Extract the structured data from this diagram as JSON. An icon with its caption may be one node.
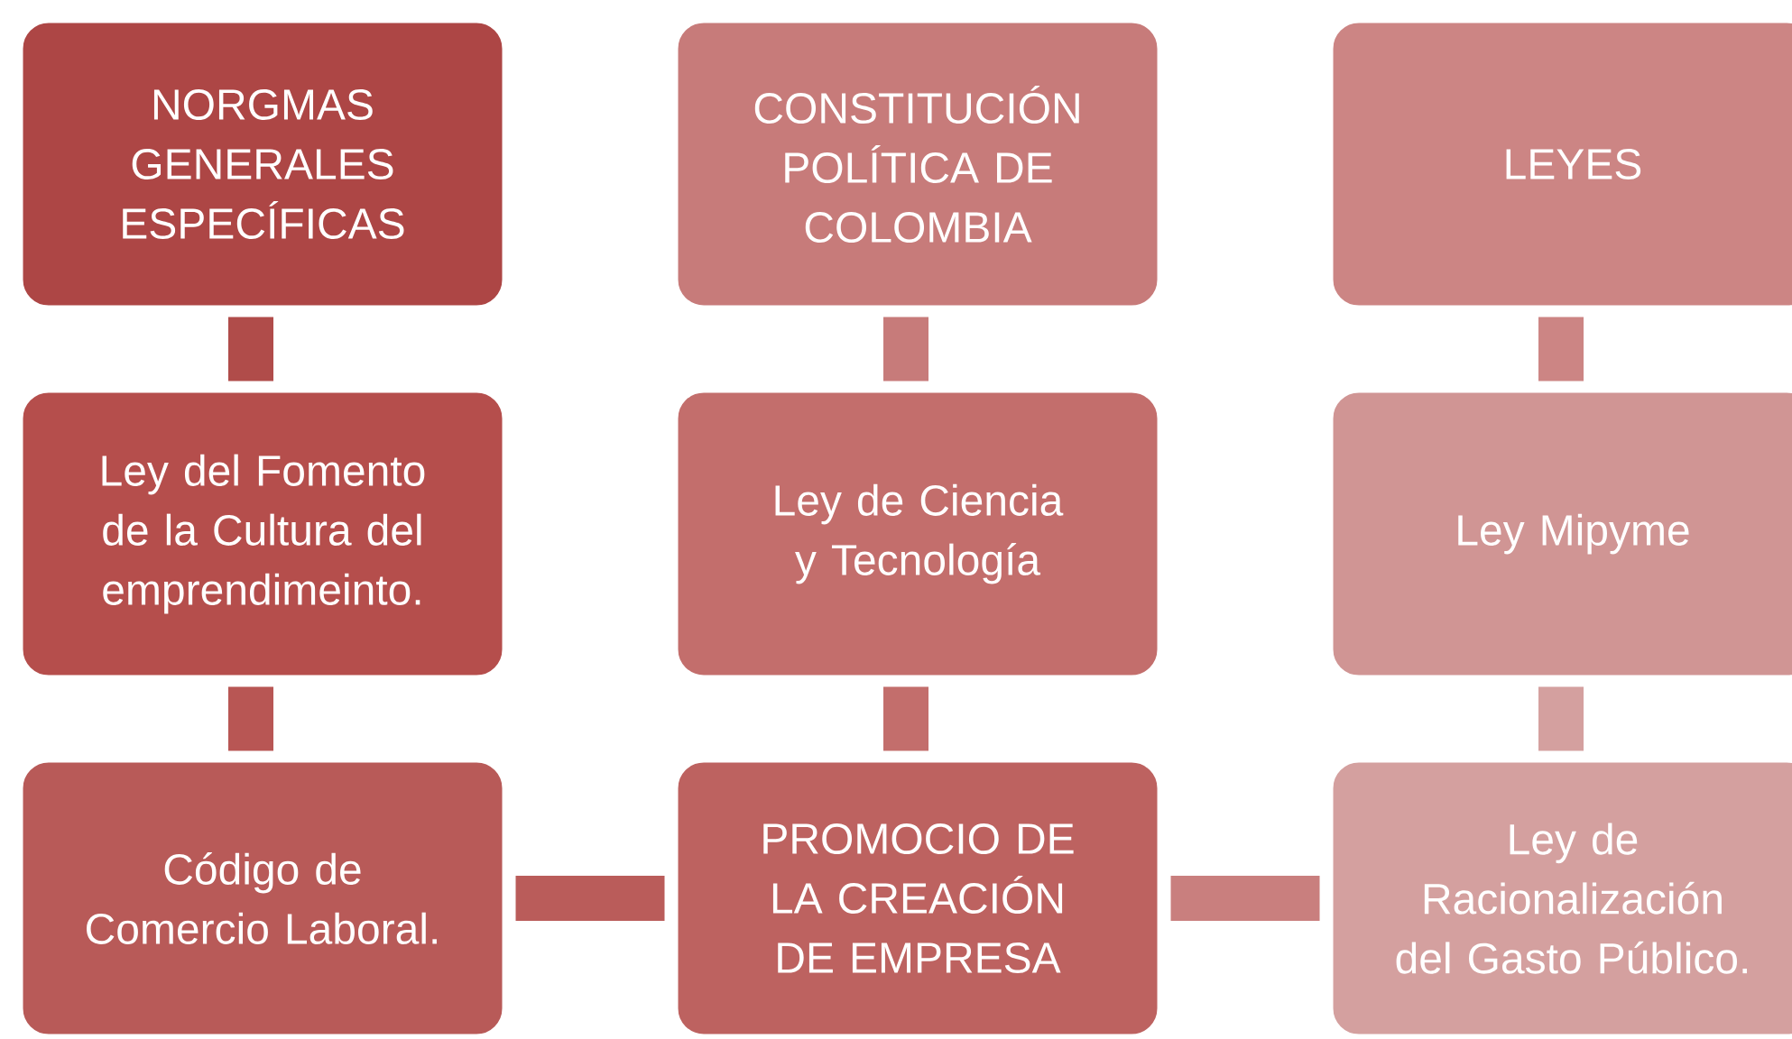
{
  "diagram": {
    "nodes": [
      {
        "text": [
          "NORGMAS GENERALES ESPECÍFICAS"
        ]
      },
      {
        "text": [
          "CONSTITUCIÓN POLÍTICA DE COLOMBIA"
        ]
      },
      {
        "text": [
          "LEYES"
        ]
      },
      {
        "text": [
          "Ley del Fomento de la Cultura del emprendimeinto."
        ]
      },
      {
        "text": [
          "Ley de Ciencia y Tecnología"
        ]
      },
      {
        "text": [
          "Ley Mipyme"
        ]
      },
      {
        "text": [
          "Código de Comercio Laboral."
        ]
      },
      {
        "text": [
          "PROMOCIO DE LA CREACIÓN DE EMPRESA"
        ]
      },
      {
        "text": [
          "Ley de Racionalización del Gasto Público."
        ]
      }
    ],
    "edges": [
      {
        "from": 0,
        "to": 3,
        "arrow": "none"
      },
      {
        "from": 3,
        "to": 6,
        "arrow": "none"
      },
      {
        "from": 1,
        "to": 4,
        "arrow": "none"
      },
      {
        "from": 4,
        "to": 7,
        "arrow": "none"
      },
      {
        "from": 2,
        "to": 5,
        "arrow": "none"
      },
      {
        "from": 5,
        "to": 8,
        "arrow": "none"
      },
      {
        "from": 6,
        "to": 7,
        "arrow": "none"
      },
      {
        "from": 7,
        "to": 8,
        "arrow": "none"
      }
    ]
  }
}
